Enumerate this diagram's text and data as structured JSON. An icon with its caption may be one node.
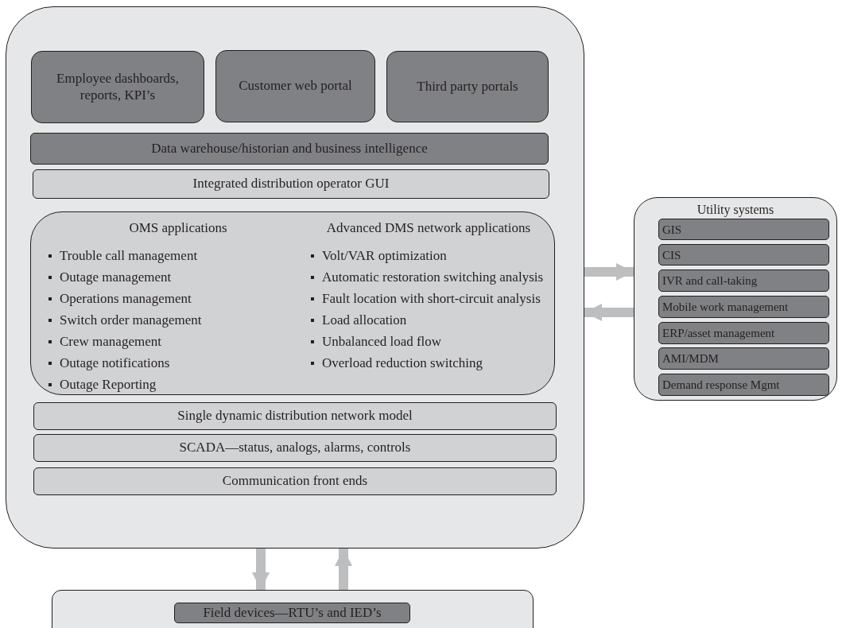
{
  "diagram": {
    "nodes": [
      {
        "text": [],
        "shape": "box"
      },
      {
        "text": [
          "Employee dashboards, reports, KPI’s"
        ],
        "in": 0
      },
      {
        "text": [
          "Customer web portal"
        ],
        "in": 0
      },
      {
        "text": [
          "Third party portals"
        ],
        "in": 0
      },
      {
        "text": [
          "Data warehouse/historian and business intelligence"
        ],
        "in": 0
      },
      {
        "text": [
          "Integrated distribution operator GUI"
        ],
        "in": 0
      },
      {
        "text": [
          "OMS applications",
          "Trouble call management",
          "Outage management",
          "Operations management",
          "Switch order management",
          "Crew management",
          "Outage notifications",
          "Outage Reporting",
          "Advanced DMS network applications",
          "Volt/VAR optimization",
          "Automatic restoration switching analysis",
          "Fault location with short-circuit analysis",
          "Load allocation",
          "Unbalanced load flow",
          "Overload reduction switching"
        ],
        "in": 0
      },
      {
        "text": [
          "Single dynamic distribution network model"
        ],
        "in": 0
      },
      {
        "text": [
          "SCADA—status, analogs, alarms, controls"
        ],
        "in": 0
      },
      {
        "text": [
          "Communication front ends"
        ],
        "in": 0
      },
      {
        "text": [
          "Utility systems"
        ]
      },
      {
        "text": [
          "GIS"
        ],
        "in": 10
      },
      {
        "text": [
          "CIS"
        ],
        "in": 10
      },
      {
        "text": [
          "IVR and call-taking"
        ],
        "in": 10
      },
      {
        "text": [
          "Mobile work management"
        ],
        "in": 10
      },
      {
        "text": [
          "ERP/asset management"
        ],
        "in": 10
      },
      {
        "text": [
          "AMI/MDM"
        ],
        "in": 10
      },
      {
        "text": [
          "Demand response Mgmt"
        ],
        "in": 10
      },
      {
        "text": [],
        "shape": "box"
      },
      {
        "text": [
          "Field devices—RTU’s and IED’s"
        ],
        "in": 18
      }
    ],
    "edges": [
      {
        "from": 0,
        "to": 10,
        "arrow": "to"
      },
      {
        "from": 10,
        "to": 0,
        "arrow": "to"
      },
      {
        "from": 0,
        "to": 18,
        "arrow": "to"
      },
      {
        "from": 18,
        "to": 0,
        "arrow": "to"
      }
    ]
  }
}
